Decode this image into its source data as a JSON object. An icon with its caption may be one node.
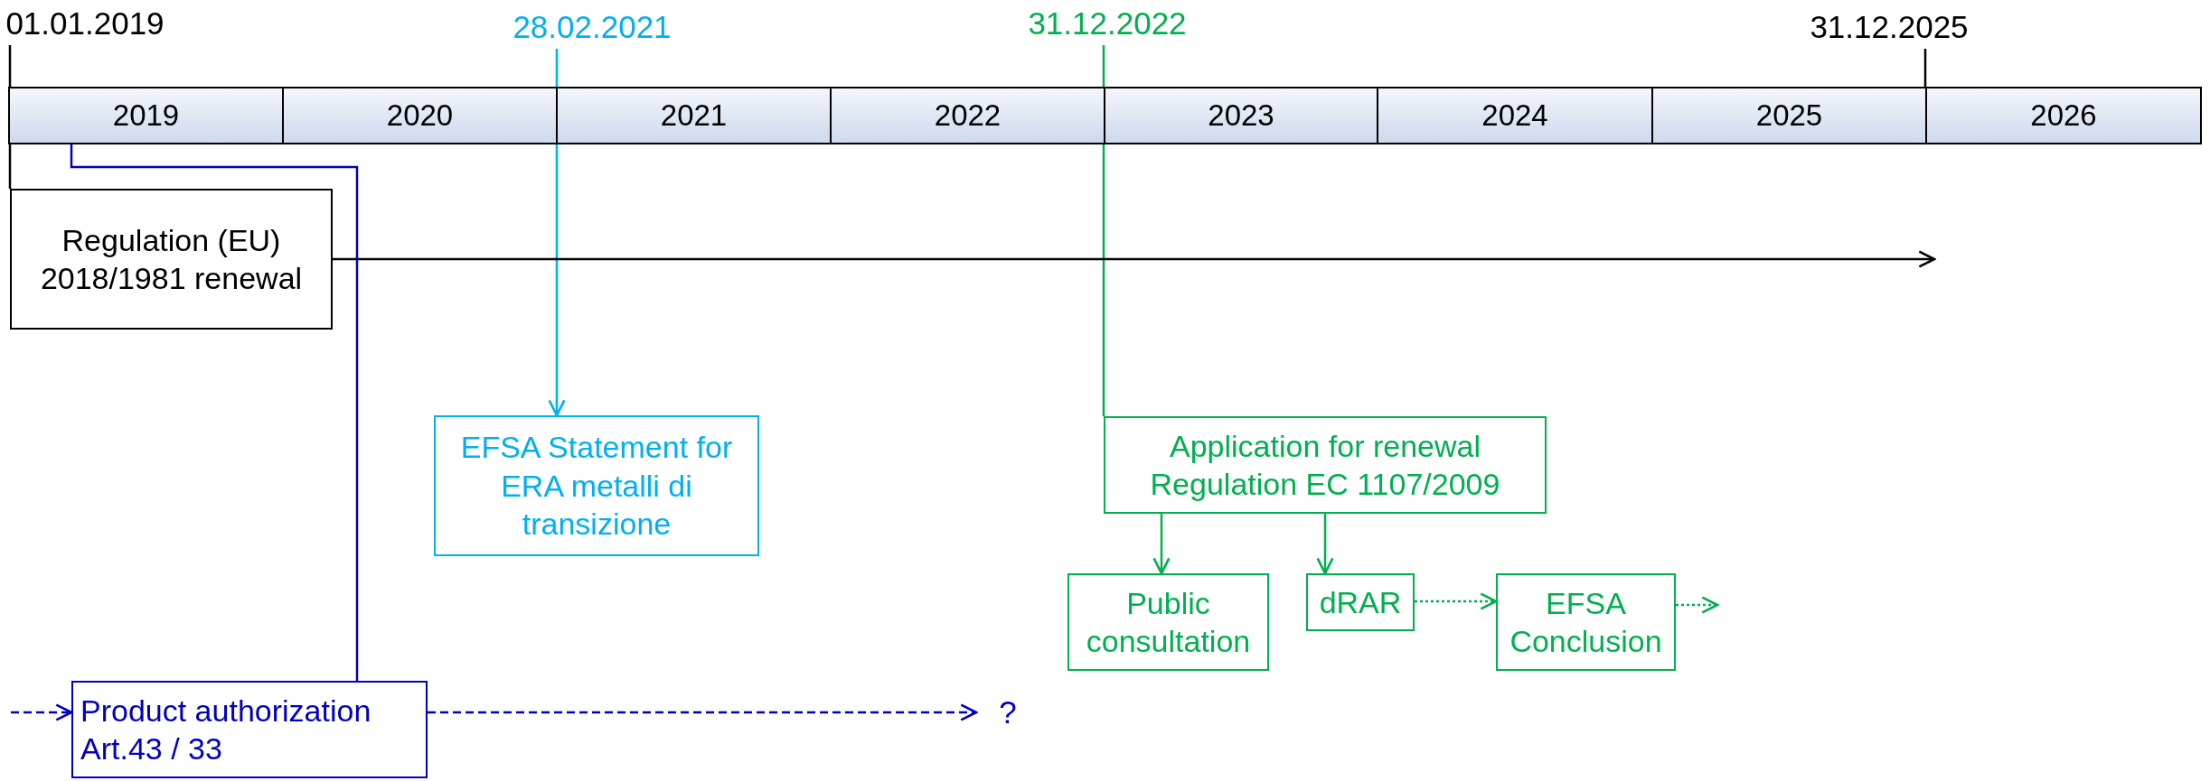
{
  "diagram": {
    "nodes": [
      {
        "text": [
          "01.01.2019"
        ]
      },
      {
        "text": [
          "28.02.2021"
        ]
      },
      {
        "text": [
          "31.12.2022"
        ]
      },
      {
        "text": [
          "31.12.2025"
        ]
      },
      {
        "text": [
          "2019"
        ]
      },
      {
        "text": [
          "2020"
        ]
      },
      {
        "text": [
          "2021"
        ]
      },
      {
        "text": [
          "2022"
        ]
      },
      {
        "text": [
          "2023"
        ]
      },
      {
        "text": [
          "2024"
        ]
      },
      {
        "text": [
          "2025"
        ]
      },
      {
        "text": [
          "2026"
        ]
      },
      {
        "text": [
          "Regulation (EU) 2018/1981 renewal"
        ]
      },
      {
        "text": [
          "EFSA Statement for ERA metalli di transizione"
        ]
      },
      {
        "text": [
          "Application for renewal Regulation EC 1107/2009"
        ]
      },
      {
        "text": [
          "Public consultation"
        ]
      },
      {
        "text": [
          "dRAR"
        ]
      },
      {
        "text": [
          "EFSA Conclusion"
        ]
      },
      {
        "text": [
          "Product authorization Art.43 / 33"
        ]
      },
      {
        "text": [
          "?"
        ]
      }
    ],
    "edges": [
      {
        "from": 0,
        "to": 12,
        "arrow": "none",
        "color": "#000000"
      },
      {
        "from": 1,
        "to": 13,
        "arrow": "to",
        "color": "#00b0f0"
      },
      {
        "from": 2,
        "to": 14,
        "arrow": "none"
      },
      {
        "from": 3,
        "to": 10,
        "arrow": "none",
        "color": "#000000"
      },
      {
        "from": 12,
        "to": null,
        "arrow": "to",
        "color": "#000000"
      },
      {
        "from": 14,
        "to": 15,
        "arrow": "to"
      },
      {
        "from": 14,
        "to": 16,
        "arrow": "to"
      },
      {
        "from": 16,
        "to": 17,
        "arrow": "to",
        "style": "dashed"
      },
      {
        "from": 17,
        "to": null,
        "arrow": "to",
        "style": "dashed"
      },
      {
        "from": 4,
        "to": 18,
        "arrow": "none",
        "color": "#0000c0"
      },
      {
        "from": null,
        "to": 18,
        "arrow": "to",
        "style": "dashed",
        "color": "#0000c0"
      },
      {
        "from": 18,
        "to": 19,
        "arrow": "to",
        "style": "dashed",
        "color": "#0000c0"
      }
    ]
  }
}
